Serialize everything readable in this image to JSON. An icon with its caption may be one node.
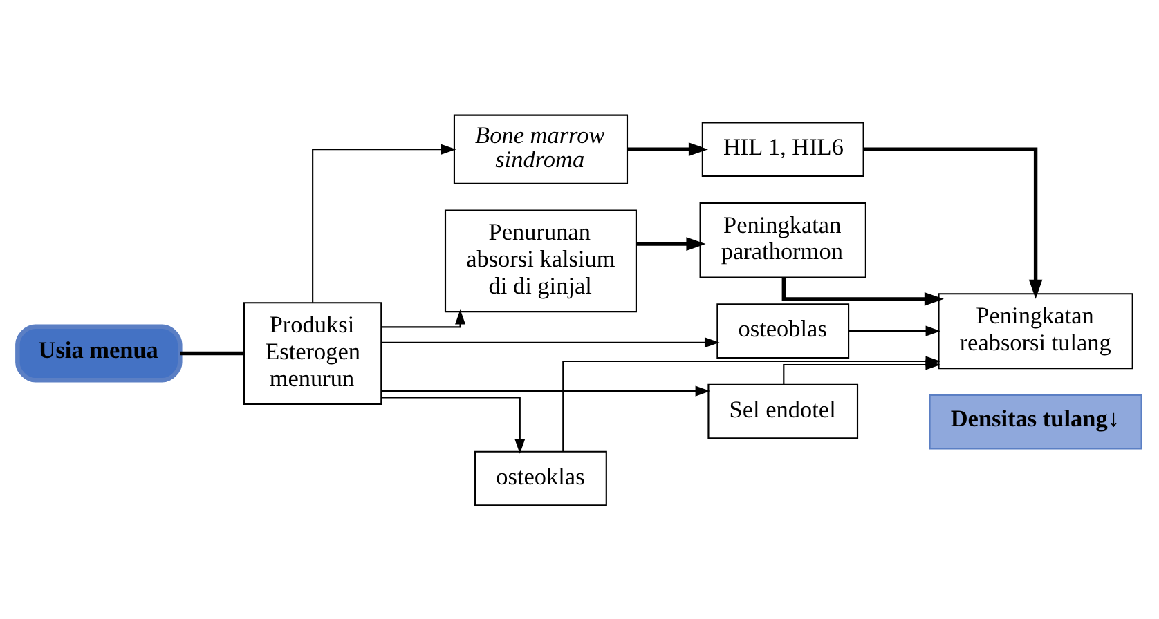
{
  "diagram": {
    "nodes": [
      {
        "text": [
          "Usia menua"
        ]
      },
      {
        "text": [
          "Produksi Esterogen menurun"
        ]
      },
      {
        "text": [
          "Bone marrow sindroma"
        ]
      },
      {
        "text": [
          "HIL 1, HIL6"
        ]
      },
      {
        "text": [
          "Penurunan absorsi kalsium di di ginjal"
        ]
      },
      {
        "text": [
          "Peningkatan parathormon"
        ]
      },
      {
        "text": [
          "osteoblas"
        ]
      },
      {
        "text": [
          "Peningkatan reabsorsi tulang"
        ]
      },
      {
        "text": [
          "Sel endotel"
        ]
      },
      {
        "text": [
          "Densitas tulang↓"
        ]
      },
      {
        "text": [
          "osteoklas"
        ]
      }
    ],
    "edges": [
      {
        "from": 0,
        "to": 1,
        "arrow": "none",
        "style": "thick"
      },
      {
        "from": 1,
        "to": 2,
        "arrow": "to"
      },
      {
        "from": 1,
        "to": 4,
        "arrow": "to"
      },
      {
        "from": 1,
        "to": 6,
        "arrow": "to"
      },
      {
        "from": 1,
        "to": 8,
        "arrow": "to"
      },
      {
        "from": 1,
        "to": 10,
        "arrow": "to"
      },
      {
        "from": 2,
        "to": 3,
        "arrow": "to",
        "style": "thick"
      },
      {
        "from": 4,
        "to": 5,
        "arrow": "to",
        "style": "thick"
      },
      {
        "from": 3,
        "to": 7,
        "arrow": "to",
        "style": "thick"
      },
      {
        "from": 5,
        "to": 7,
        "arrow": "to",
        "style": "thick"
      },
      {
        "from": 6,
        "to": 7,
        "arrow": "to"
      },
      {
        "from": 8,
        "to": 7,
        "arrow": "to"
      },
      {
        "from": 10,
        "to": 7,
        "arrow": "to"
      }
    ]
  }
}
